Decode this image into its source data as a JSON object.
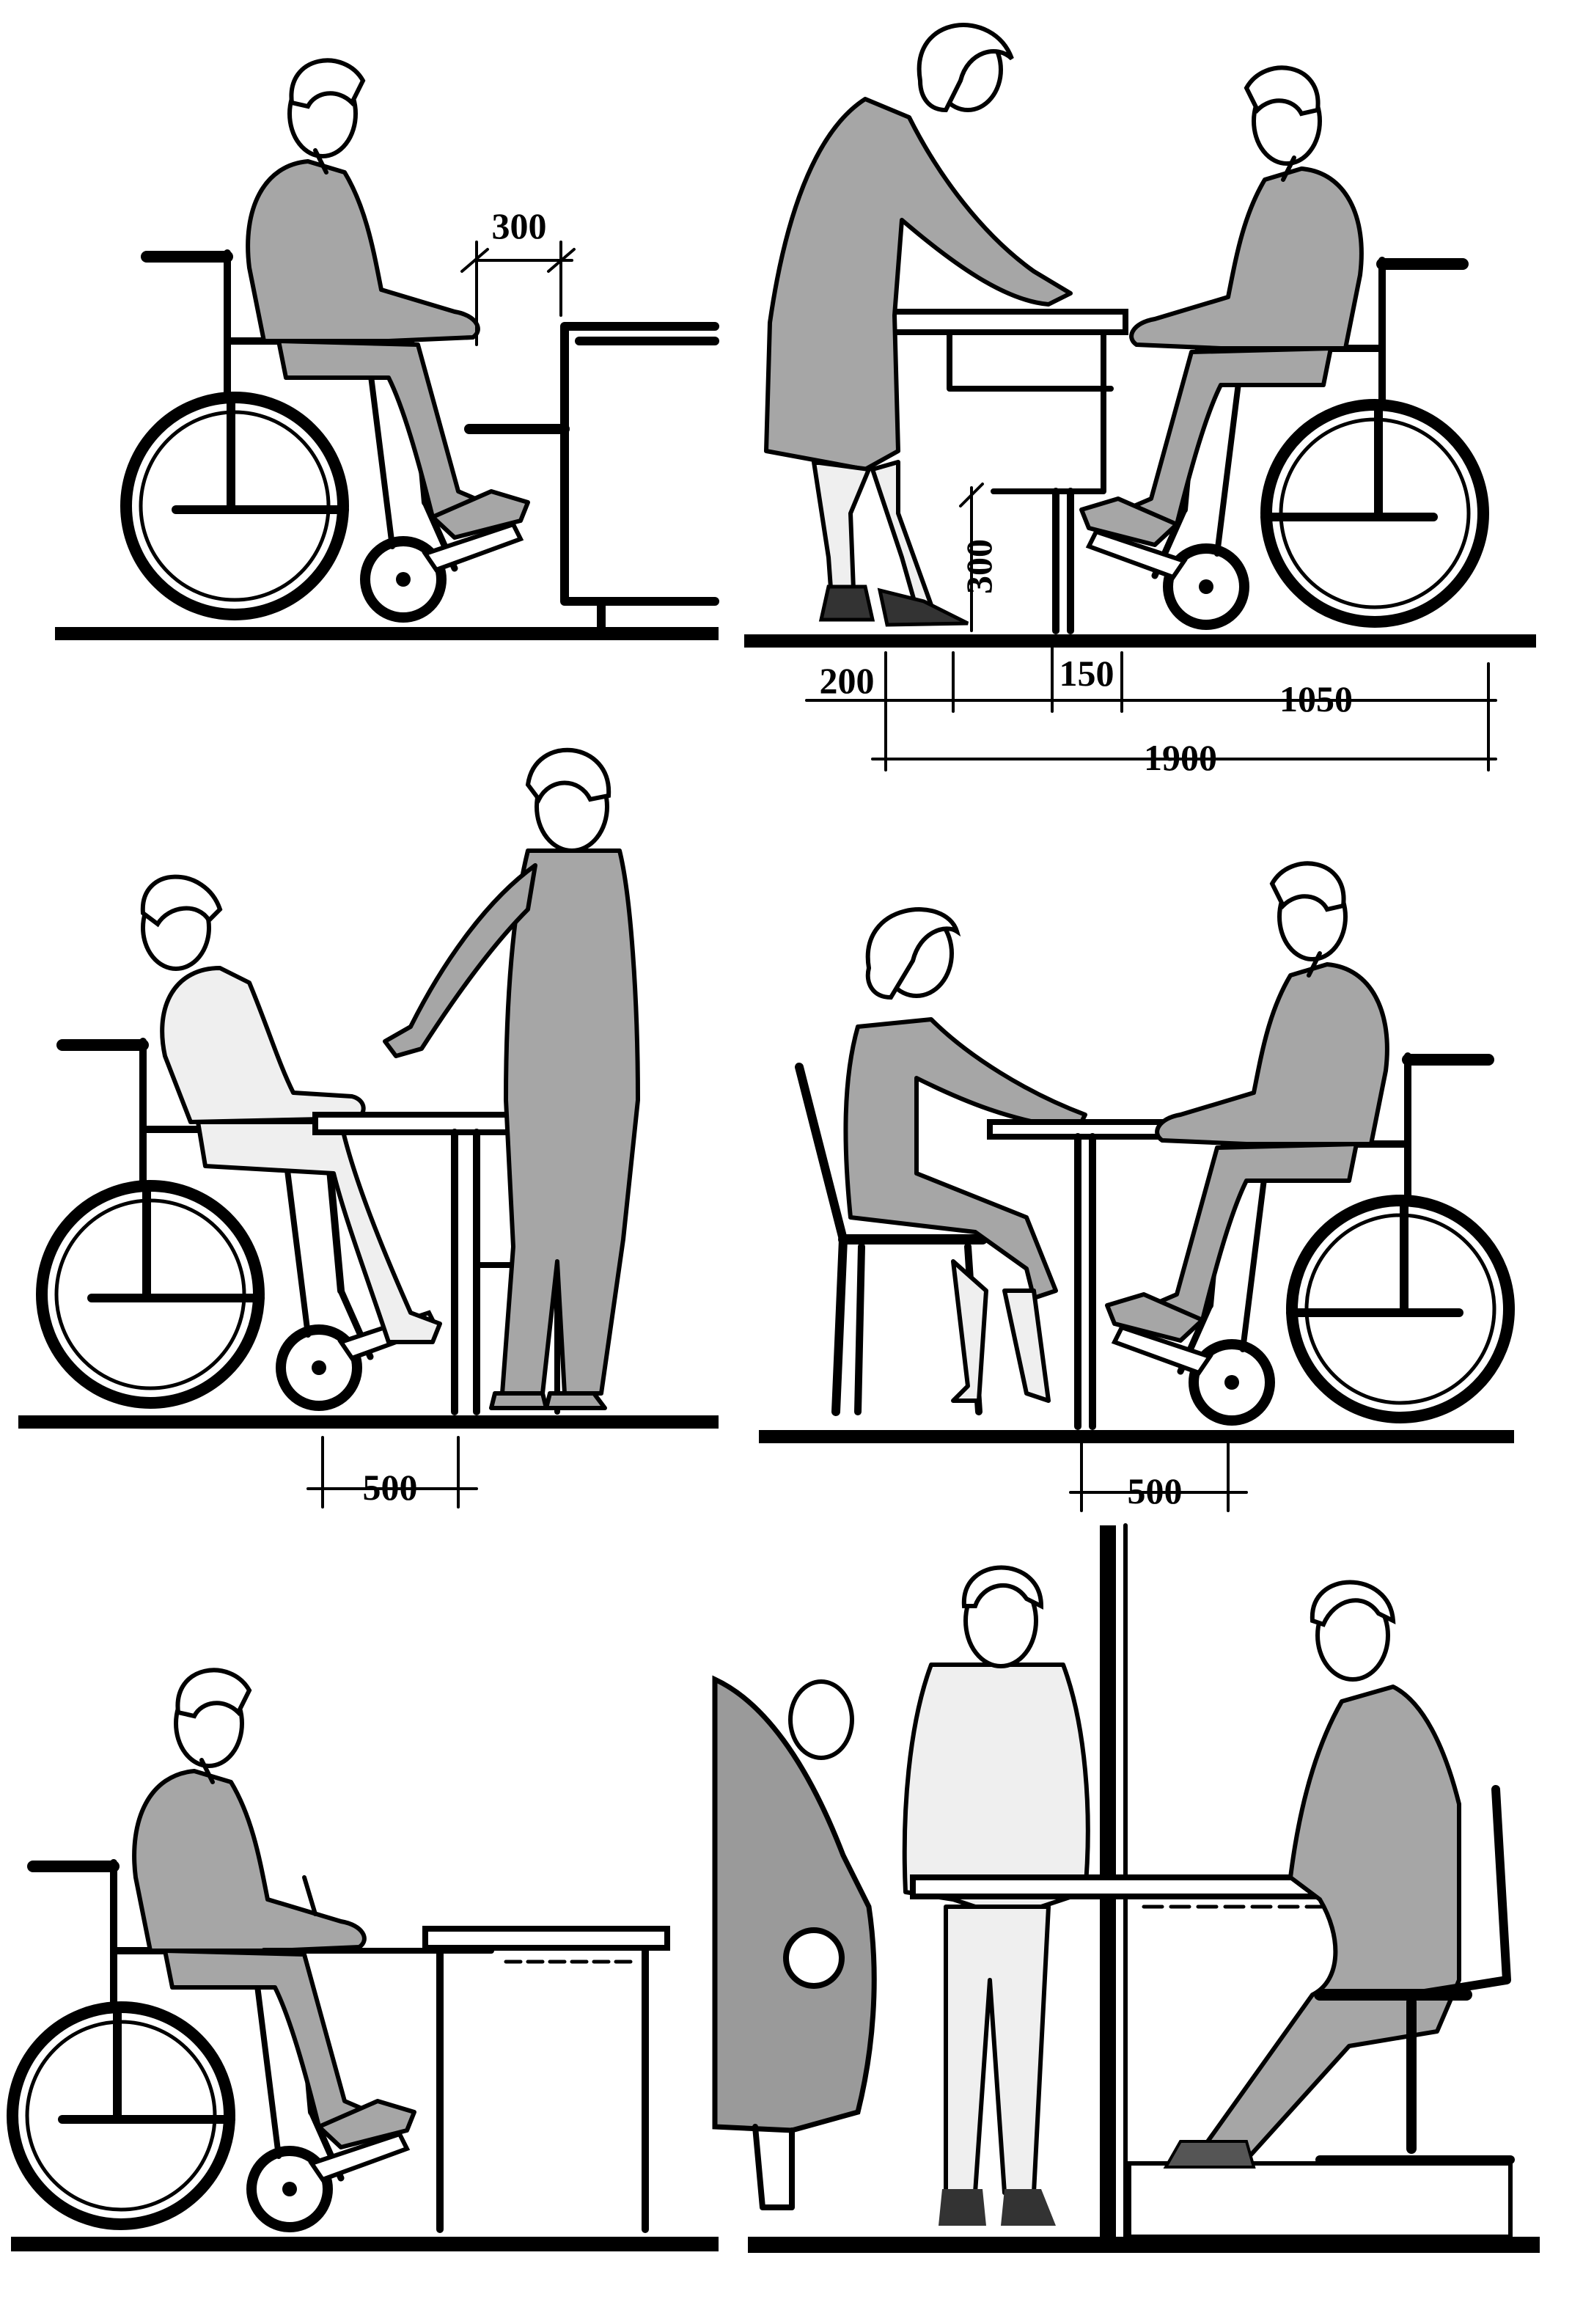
{
  "dimensions": {
    "scene1_knee_clearance": "300",
    "scene2_toe_height": "300",
    "scene2_seg_a": "200",
    "scene2_seg_b": "150",
    "scene2_seg_c": "1050",
    "scene2_total": "1900",
    "scene3_overhang": "500",
    "scene4_overhang": "500"
  },
  "colors": {
    "figure_fill": "#a6a6a6",
    "line": "#000000",
    "background": "#ffffff"
  }
}
